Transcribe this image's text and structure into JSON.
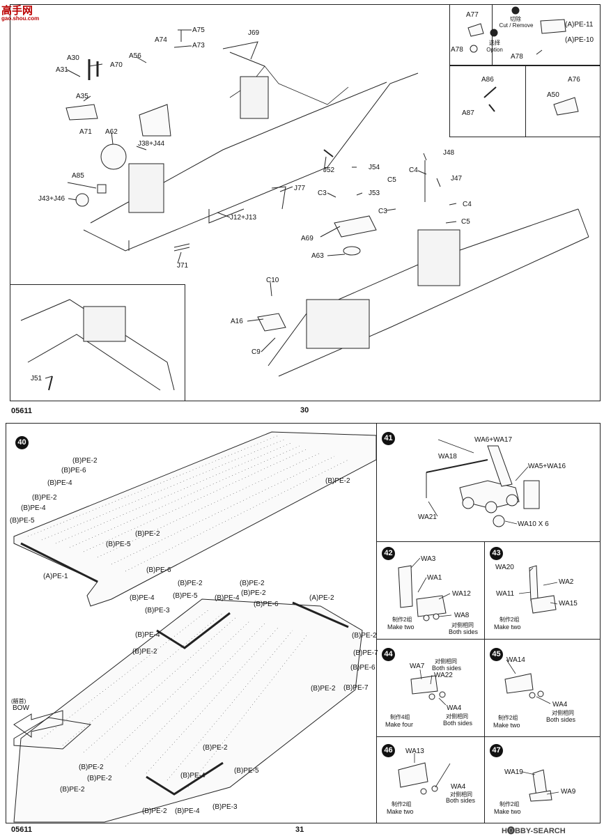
{
  "watermark_top": {
    "cn": "高手网",
    "url": "gao.shou.com"
  },
  "watermark_bottom": "H🅞BBY-SEARCH",
  "page30": {
    "code": "05611",
    "number": "30"
  },
  "page31": {
    "code": "05611",
    "number": "31"
  },
  "top_labels": {
    "a75": "A75",
    "a74": "A74",
    "a73": "A73",
    "a56": "A56",
    "a30": "A30",
    "a31": "A31",
    "a70": "A70",
    "a35": "A35",
    "a71": "A71",
    "a62": "A62",
    "j38": "J38+J44",
    "a85": "A85",
    "j43": "J43+J46",
    "j69": "J69",
    "j52": "J52",
    "j54": "J54",
    "j53": "J53",
    "j77": "J77",
    "j12": "J12+J13",
    "j71": "J71",
    "j48": "J48",
    "c4a": "C4",
    "c5a": "C5",
    "j47": "J47",
    "c3a": "C3",
    "c3b": "C3",
    "c4b": "C4",
    "c5b": "C5",
    "a69": "A69",
    "a63": "A63",
    "c10": "C10",
    "a16": "A16",
    "c9": "C9",
    "j51": "J51"
  },
  "option_box": {
    "a77": "A77",
    "a78a": "A78",
    "option_cn": "选择",
    "option": "Option",
    "cut_cn": "切除",
    "cut": "Cut / Remove",
    "a78b": "A78",
    "pe11": "(A)PE-11",
    "pe10": "(A)PE-10"
  },
  "box_a86": {
    "a86": "A86",
    "a87": "A87"
  },
  "box_a76": {
    "a76": "A76",
    "a50": "A50"
  },
  "step40": {
    "num": "40",
    "labels_left": [
      "(B)PE-2",
      "(B)PE-6",
      "(B)PE-4",
      "(B)PE-2",
      "(B)PE-4",
      "(B)PE-5",
      "(A)PE-1"
    ],
    "labels_mid1": [
      "(B)PE-2",
      "(B)PE-5",
      "(B)PE-6",
      "(B)PE-4"
    ],
    "pe2_right": "(B)PE-2",
    "labels_row": [
      "(B)PE-2",
      "(B)PE-2",
      "(B)PE-5",
      "(B)PE-4",
      "(B)PE-2",
      "(B)PE-6",
      "(A)PE-2"
    ],
    "labels_cut": [
      "(B)PE-3",
      "(B)PE-4",
      "(B)PE-2"
    ],
    "labels_side": [
      "(B)PE-2",
      "(B)PE-7",
      "(B)PE-6",
      "(B)PE-2",
      "(B)PE-7"
    ],
    "bow_cn": "(艏首)",
    "bow": "BOW",
    "labels_bottom": [
      "(B)PE-2",
      "(B)PE-2",
      "(B)PE-4",
      "(B)PE-5",
      "(B)PE-2",
      "(B)PE-2",
      "(B)PE-4",
      "(B)PE-3",
      "(B)PE-2"
    ]
  },
  "step41": {
    "num": "41",
    "wa6": "WA6+WA17",
    "wa18": "WA18",
    "wa5": "WA5+WA16",
    "wa21": "WA21",
    "wa10": "WA10 X 6"
  },
  "step42": {
    "num": "42",
    "wa3": "WA3",
    "wa1": "WA1",
    "wa12": "WA12",
    "wa8": "WA8",
    "make_cn": "制作2组",
    "make": "Make two",
    "both_cn": "对侧相同",
    "both": "Both sides"
  },
  "step43": {
    "num": "43",
    "wa20": "WA20",
    "wa2": "WA2",
    "wa11": "WA11",
    "wa15": "WA15",
    "make_cn": "制作2组",
    "make": "Make two"
  },
  "step44": {
    "num": "44",
    "wa7": "WA7",
    "wa22": "WA22",
    "wa4": "WA4",
    "both_cn1": "对侧相同",
    "both1": "Both sides",
    "make_cn": "制作4组",
    "make": "Make four",
    "both_cn2": "对侧相同",
    "both2": "Both sides"
  },
  "step45": {
    "num": "45",
    "wa14": "WA14",
    "wa4": "WA4",
    "make_cn": "制作2组",
    "make": "Make two",
    "both_cn": "对侧相同",
    "both": "Both sides"
  },
  "step46": {
    "num": "46",
    "wa13": "WA13",
    "wa4": "WA4",
    "make_cn": "制作2组",
    "make": "Make two",
    "both_cn": "对侧相同",
    "both": "Both sides"
  },
  "step47": {
    "num": "47",
    "wa19": "WA19",
    "wa9": "WA9",
    "make_cn": "制作2组",
    "make": "Make two"
  }
}
